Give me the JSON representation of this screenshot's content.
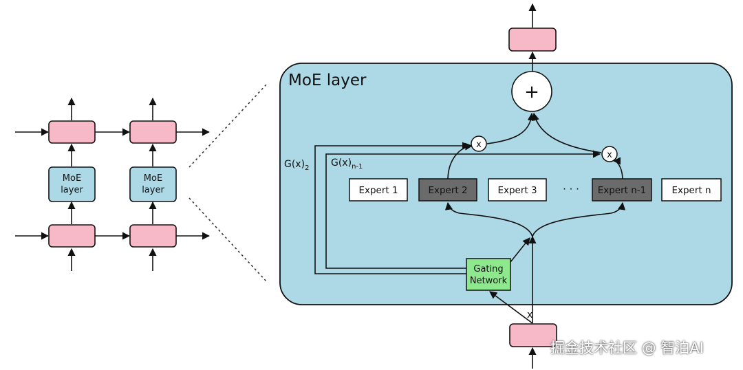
{
  "moe_block_label": "MoE",
  "moe_block_label_line2": "layer",
  "moe_layer_title": "MoE layer",
  "experts": [
    "Expert 1",
    "Expert 2",
    "Expert 3",
    "Expert n-1",
    "Expert n"
  ],
  "ellipsis": "· · ·",
  "gating_line1": "Gating",
  "gating_line2": "Network",
  "plus_symbol": "+",
  "multiply_symbol": "x",
  "gate2_main": "G(x)",
  "gate2_sub": "2",
  "gaten_main": "G(x)",
  "gaten_sub": "n-1",
  "input_label": "x",
  "watermark": "掘金技术社区 @ 智泊AI",
  "colors": {
    "pink": "#f7b8c8",
    "moe_bg": "#add8e6",
    "expert_active": "#6b6b6b",
    "gating": "#8ee88e"
  }
}
